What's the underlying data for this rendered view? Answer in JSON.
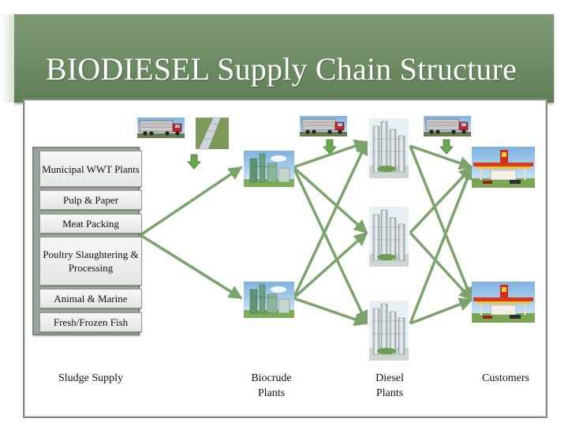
{
  "title": "BIODIESEL Supply Chain Structure",
  "sources": [
    "Municipal WWT Plants",
    "Pulp & Paper",
    "Meat Packing",
    "Poultry Slaughtering & Processing",
    "Animal & Marine",
    "Fresh/Frozen Fish"
  ],
  "columns": {
    "sludge": "Sludge Supply",
    "biocrude": "Biocrude Plants",
    "diesel": "Diesel Plants",
    "customers": "Customers"
  },
  "icons": [
    "dump-truck-icon",
    "pipeline-icon",
    "biocrude-plant-icon",
    "diesel-refinery-icon",
    "gas-station-icon",
    "down-arrow-icon"
  ],
  "colors": {
    "banner": "#6d8b62",
    "arrow": "#7aa46b",
    "source_group": "#9aa49a"
  }
}
